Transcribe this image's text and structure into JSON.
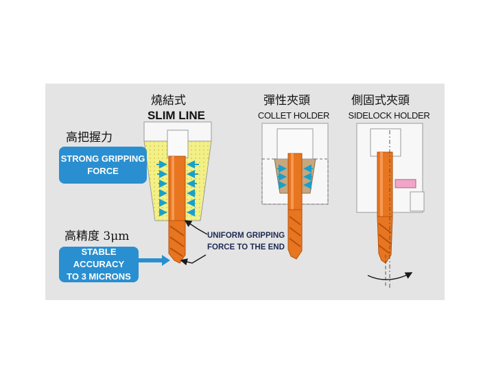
{
  "columns": {
    "slim_line": {
      "label_cn": "燒結式",
      "label_en": "SLIM LINE"
    },
    "collet_holder": {
      "label_cn": "彈性夾頭",
      "label_en": "COLLET HOLDER"
    },
    "sidelock_holder": {
      "label_cn": "側固式夾頭",
      "label_en": "SIDELOCK HOLDER"
    }
  },
  "features": {
    "gripping": {
      "label_cn": "高把握力",
      "box_line1": "STRONG GRIPPING",
      "box_line2": "FORCE"
    },
    "accuracy": {
      "label_cn": "高精度 3μm",
      "box_line1": "STABLE ACCURACY",
      "box_line2": "TO 3 MICRONS"
    }
  },
  "callout": {
    "line1": "UNIFORM GRIPPING",
    "line2": "FORCE TO THE END"
  },
  "colors": {
    "panel": "#e4e4e4",
    "callout_blue": "#2a8fd0",
    "tool_orange": "#e8751f",
    "force_arrow": "#1aa0c8",
    "shrink_fit_yellow": "#f3f088",
    "collet_tan": "#c7a77f",
    "holder_white": "#f7f7f7",
    "pin_pink": "#f2a6c7"
  },
  "icons": [
    "force-arrow-icon",
    "pointer-arrow-icon",
    "runout-arc-icon"
  ]
}
